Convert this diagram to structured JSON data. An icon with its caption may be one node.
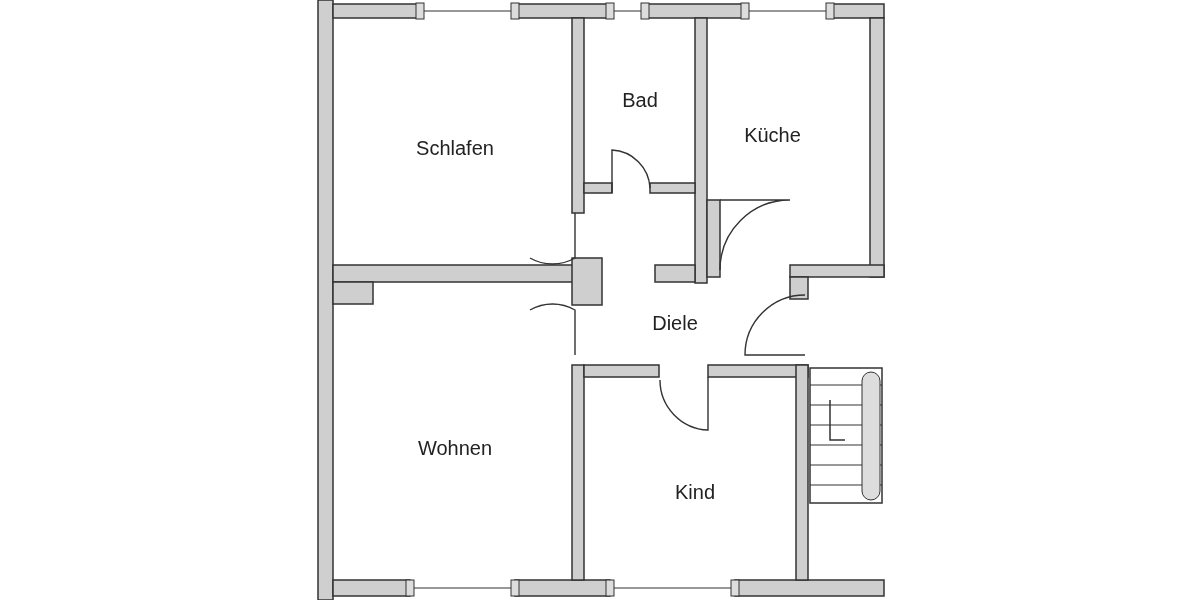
{
  "diagram": {
    "nodes": [
      {
        "text": [
          "Schlafen"
        ]
      },
      {
        "text": [
          "Bad"
        ]
      },
      {
        "text": [
          "Küche"
        ]
      },
      {
        "text": [
          "Diele"
        ]
      },
      {
        "text": [
          "Wohnen"
        ]
      },
      {
        "text": [
          "Kind"
        ]
      }
    ]
  }
}
